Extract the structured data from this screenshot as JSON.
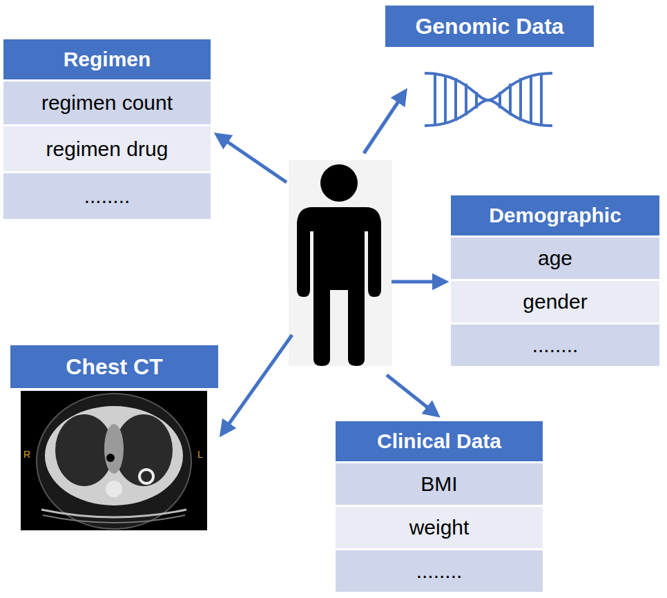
{
  "diagram": {
    "nodes": [
      {
        "text": [
          "Genomic Data"
        ]
      },
      {
        "text": [
          "Regimen",
          "regimen count",
          "regimen drug",
          "........"
        ]
      },
      {
        "text": [
          "Demographic",
          "age",
          "gender",
          "........"
        ]
      },
      {
        "text": [
          "Chest CT"
        ]
      },
      {
        "text": [
          "Clinical Data",
          "BMI",
          "weight",
          "........"
        ]
      }
    ],
    "labels": [
      "R",
      "L"
    ]
  }
}
